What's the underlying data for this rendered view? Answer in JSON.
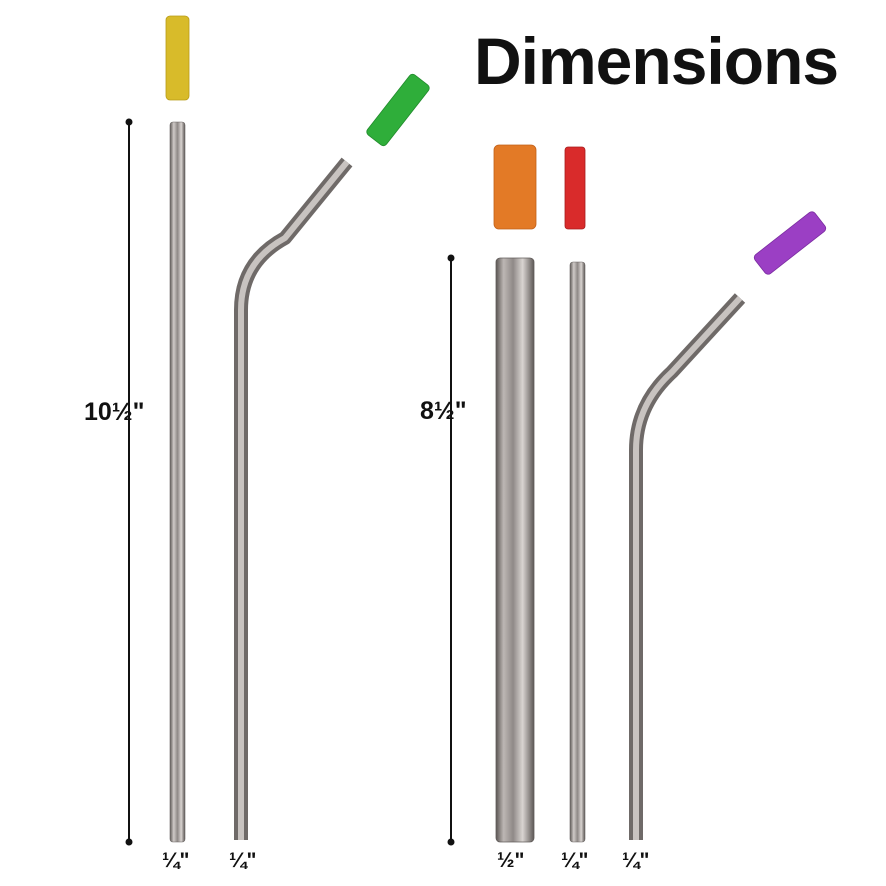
{
  "title": "Dimensions",
  "colors": {
    "tip_yellow": "#d8bb2a",
    "tip_green": "#2fae3a",
    "tip_orange": "#e37a26",
    "tip_red": "#d92b2b",
    "tip_purple": "#9b3fc4",
    "steel": "#a8a4a2",
    "text": "#111111"
  },
  "lengths": {
    "long": "10½\"",
    "short": "8½\""
  },
  "widths": [
    "¼\"",
    "¼\"",
    "½\"",
    "¼\"",
    "¼\""
  ],
  "icons": {
    "straws": "stainless-steel-straw",
    "tips": "silicone-tip"
  }
}
